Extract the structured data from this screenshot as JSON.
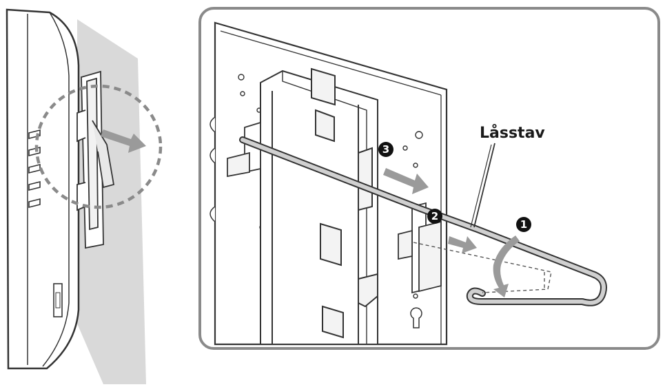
{
  "callouts": {
    "lock_rod_label": "Låsstav",
    "step_1": "1",
    "step_2": "2",
    "step_3": "3"
  },
  "colors": {
    "outline": "#333333",
    "wall_shadow": "#d6d6d6",
    "plate_fill": "#ffffff",
    "rod_fill": "#cfcfcf",
    "arrow_fill": "#9a9a9a",
    "badge_fill": "#111111",
    "frame_stroke": "#8a8a8a"
  }
}
